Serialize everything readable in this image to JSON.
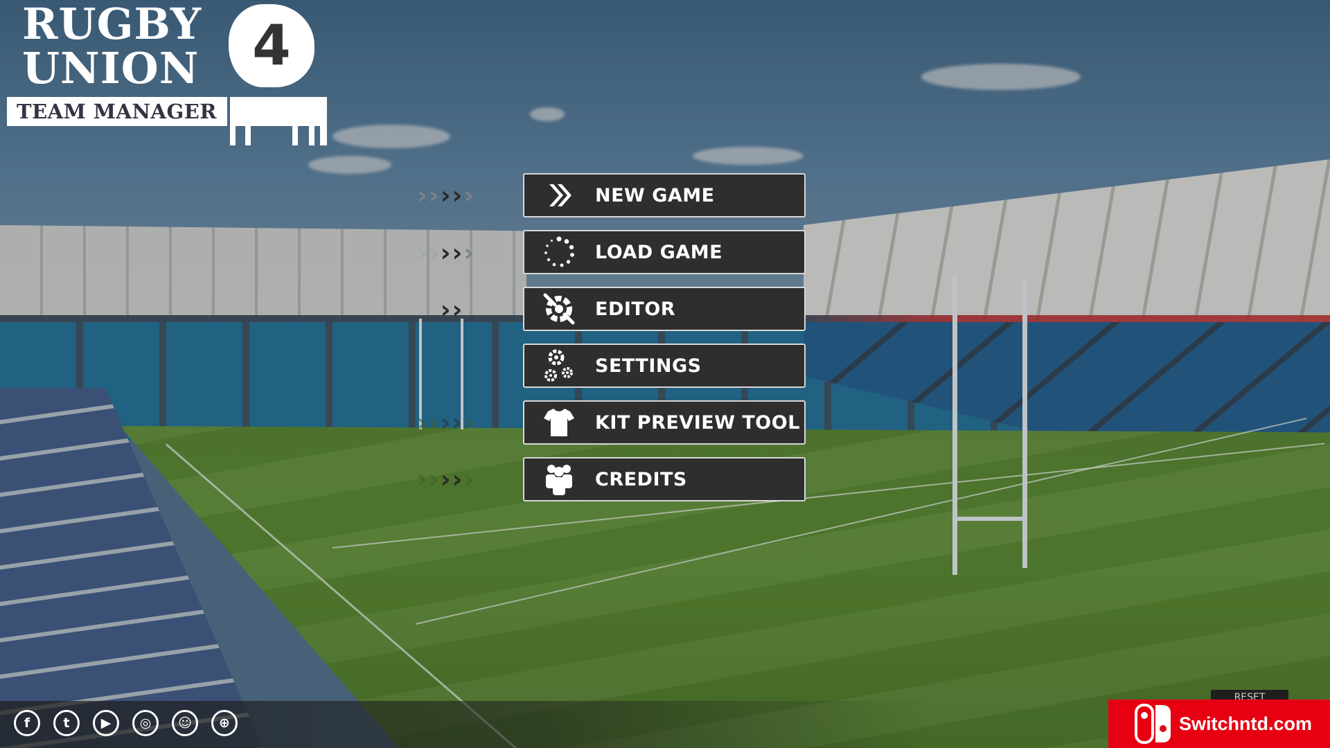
{
  "logo": {
    "line1": "RUGBY",
    "line2": "UNION",
    "subtitle": "TEAM MANAGER",
    "number": "4"
  },
  "menu": [
    {
      "label": "NEW GAME",
      "icon": "double-chevron-icon"
    },
    {
      "label": "LOAD GAME",
      "icon": "loading-spinner-icon"
    },
    {
      "label": "EDITOR",
      "icon": "editor-cog-icon"
    },
    {
      "label": "SETTINGS",
      "icon": "gears-icon"
    },
    {
      "label": "KIT PREVIEW TOOL",
      "icon": "shirt-icon"
    },
    {
      "label": "CREDITS",
      "icon": "people-icon"
    }
  ],
  "reset_label": "RESET",
  "social": [
    {
      "name": "facebook-icon",
      "glyph": "f"
    },
    {
      "name": "twitter-icon",
      "glyph": "t"
    },
    {
      "name": "youtube-icon",
      "glyph": "▶"
    },
    {
      "name": "instagram-icon",
      "glyph": "◎"
    },
    {
      "name": "discord-icon",
      "glyph": "☺"
    },
    {
      "name": "website-globe-icon",
      "glyph": "⊕"
    }
  ],
  "watermark": {
    "text": "Switchntd.com",
    "icon": "switch-logo-icon"
  },
  "colors": {
    "button_bg": "#2e2e2e",
    "button_border": "#d8d8d8",
    "arrow_dark": "#2a2a2a",
    "arrow_light": "#8a8f95",
    "watermark_red": "#e60012"
  }
}
